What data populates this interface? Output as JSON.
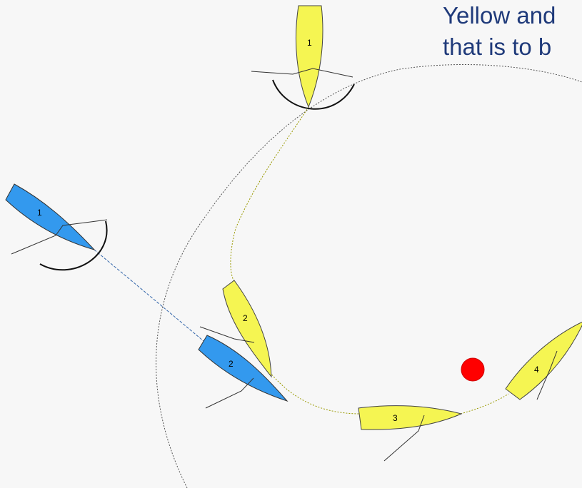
{
  "caption": {
    "line1": "Yellow and",
    "line2": "that is to b"
  },
  "colors": {
    "yellow_boat": "#f5f552",
    "blue_boat": "#3399ee",
    "mark": "#ff0000",
    "caption_text": "#1f3a7a"
  },
  "yellow_boats": [
    {
      "label": "1"
    },
    {
      "label": "2"
    },
    {
      "label": "3"
    },
    {
      "label": "4"
    }
  ],
  "blue_boats": [
    {
      "label": "1"
    },
    {
      "label": "2"
    }
  ],
  "icons": [
    "mark-buoy-icon"
  ]
}
